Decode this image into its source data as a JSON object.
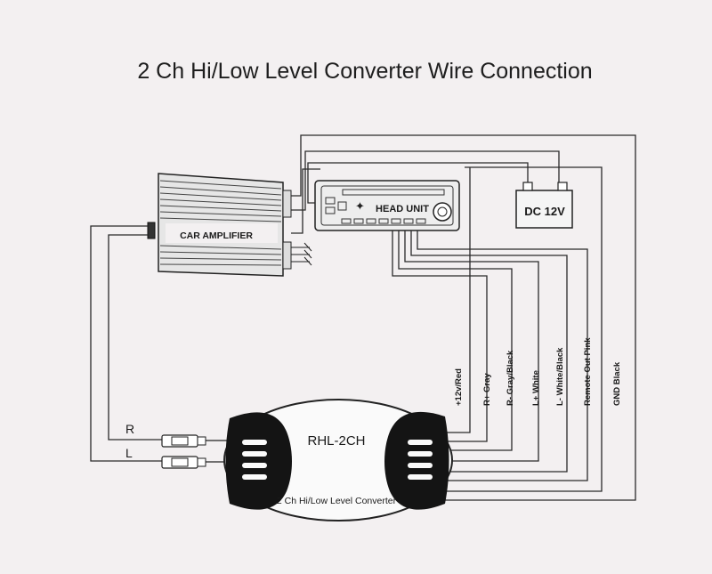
{
  "title": "2 Ch Hi/Low Level Converter Wire Connection",
  "amplifier": {
    "label": "CAR AMPLIFIER"
  },
  "head_unit": {
    "label": "HEAD UNIT"
  },
  "battery": {
    "label": "DC 12V"
  },
  "converter": {
    "model": "RHL-2CH",
    "description": "2 Ch Hi/Low Level Converter"
  },
  "rca_outputs": {
    "right": "R",
    "left": "L"
  },
  "wire_labels": [
    "+12v/Red",
    "R+ Gray",
    "R- Gray/Black",
    "L+ White",
    "L- White/Black",
    "Remote Out  Pink",
    "GND  Black"
  ]
}
